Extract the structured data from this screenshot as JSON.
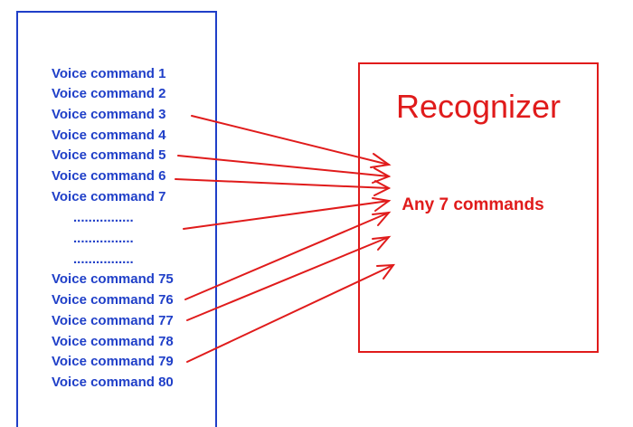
{
  "commands": {
    "items": [
      "Voice command 1",
      "Voice command 2",
      "Voice command 3",
      "Voice command 4",
      "Voice command 5",
      "Voice command 6",
      "Voice command 7",
      "................",
      "................",
      "................",
      "Voice command 75",
      "Voice command 76",
      "Voice command 77",
      "Voice command 78",
      "Voice command 79",
      "Voice command 80"
    ]
  },
  "recognizer": {
    "title": "Recognizer",
    "subtitle": "Any 7 commands"
  },
  "colors": {
    "list": "#1f3fc8",
    "recognizer": "#e01b1b"
  }
}
